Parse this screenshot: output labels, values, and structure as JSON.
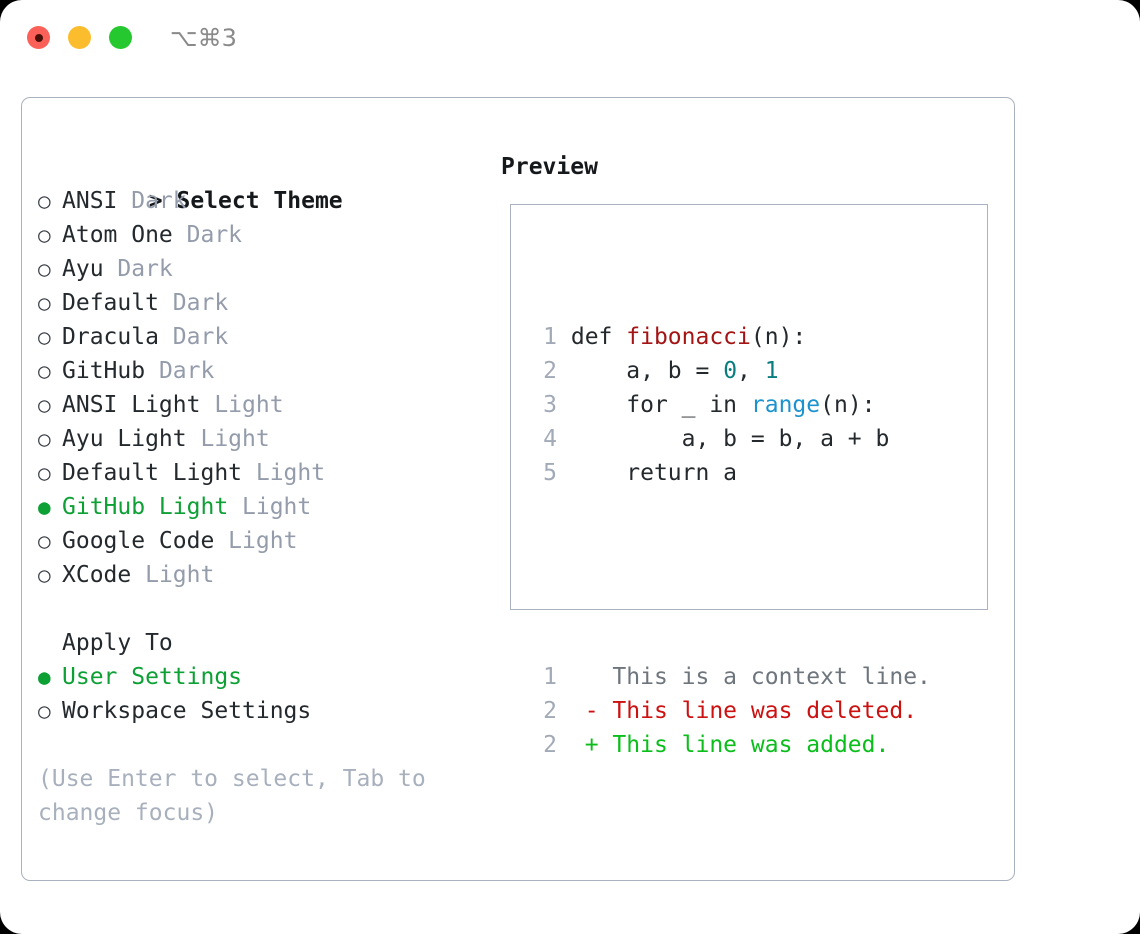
{
  "titlebar": {
    "shortcut_label": "⌥⌘3",
    "buttons": [
      {
        "name": "close",
        "color": "#FB6159"
      },
      {
        "name": "minimize",
        "color": "#FBBD2E"
      },
      {
        "name": "maximize",
        "color": "#25C92F"
      }
    ]
  },
  "theme_picker": {
    "header": "> Select Theme",
    "bullet_empty": "○",
    "bullet_selected": "●",
    "items": [
      {
        "bullet": "○",
        "label": "ANSI",
        "tag": "Dark",
        "selected": false
      },
      {
        "bullet": "○",
        "label": "Atom One",
        "tag": "Dark",
        "selected": false
      },
      {
        "bullet": "○",
        "label": "Ayu",
        "tag": "Dark",
        "selected": false
      },
      {
        "bullet": "○",
        "label": "Default",
        "tag": "Dark",
        "selected": false
      },
      {
        "bullet": "○",
        "label": "Dracula",
        "tag": "Dark",
        "selected": false
      },
      {
        "bullet": "○",
        "label": "GitHub",
        "tag": "Dark",
        "selected": false
      },
      {
        "bullet": "○",
        "label": "ANSI Light",
        "tag": "Light",
        "selected": false
      },
      {
        "bullet": "○",
        "label": "Ayu Light",
        "tag": "Light",
        "selected": false
      },
      {
        "bullet": "○",
        "label": "Default Light",
        "tag": "Light",
        "selected": false
      },
      {
        "bullet": "●",
        "label": "GitHub Light",
        "tag": "Light",
        "selected": true
      },
      {
        "bullet": "○",
        "label": "Google Code",
        "tag": "Light",
        "selected": false
      },
      {
        "bullet": "○",
        "label": "XCode",
        "tag": "Light",
        "selected": false
      }
    ]
  },
  "apply_to": {
    "title": "Apply To",
    "options": [
      {
        "bullet": "●",
        "label": "User Settings",
        "selected": true
      },
      {
        "bullet": "○",
        "label": "Workspace Settings",
        "selected": false
      }
    ]
  },
  "hint": "(Use Enter to select, Tab to change focus)",
  "preview": {
    "title": "Preview",
    "code_lines": [
      {
        "num": "1",
        "segments": [
          {
            "text": "def ",
            "style": "plain"
          },
          {
            "text": "fibonacci",
            "style": "fn"
          },
          {
            "text": "(n):",
            "style": "plain"
          }
        ]
      },
      {
        "num": "2",
        "segments": [
          {
            "text": "    a, b = ",
            "style": "plain"
          },
          {
            "text": "0",
            "style": "num"
          },
          {
            "text": ", ",
            "style": "plain"
          },
          {
            "text": "1",
            "style": "num"
          }
        ]
      },
      {
        "num": "3",
        "segments": [
          {
            "text": "    for _ in ",
            "style": "plain"
          },
          {
            "text": "range",
            "style": "call"
          },
          {
            "text": "(n):",
            "style": "plain"
          }
        ]
      },
      {
        "num": "4",
        "segments": [
          {
            "text": "        a, b = b, a + b",
            "style": "plain"
          }
        ]
      },
      {
        "num": "5",
        "segments": [
          {
            "text": "    return a",
            "style": "plain"
          }
        ]
      }
    ],
    "diff_lines": [
      {
        "num": "1",
        "marker": "  ",
        "text": "This is a context line.",
        "kind": "context"
      },
      {
        "num": "2",
        "marker": "- ",
        "text": "This line was deleted.",
        "kind": "deleted"
      },
      {
        "num": "2",
        "marker": "+ ",
        "text": "This line was added.",
        "kind": "added"
      }
    ]
  },
  "colors": {
    "accent_green": "#0DA035",
    "muted_gray": "#949CAB",
    "hint_gray": "#A8B0BD",
    "border": "#AAB2C0",
    "token_fn": "#A31515",
    "token_num": "#0A7E7E",
    "token_call": "#1C93CE",
    "diff_deleted": "#CC1111",
    "diff_added": "#0BBE1C",
    "diff_context": "#6E757D",
    "line_number": "#A2AAB7"
  }
}
